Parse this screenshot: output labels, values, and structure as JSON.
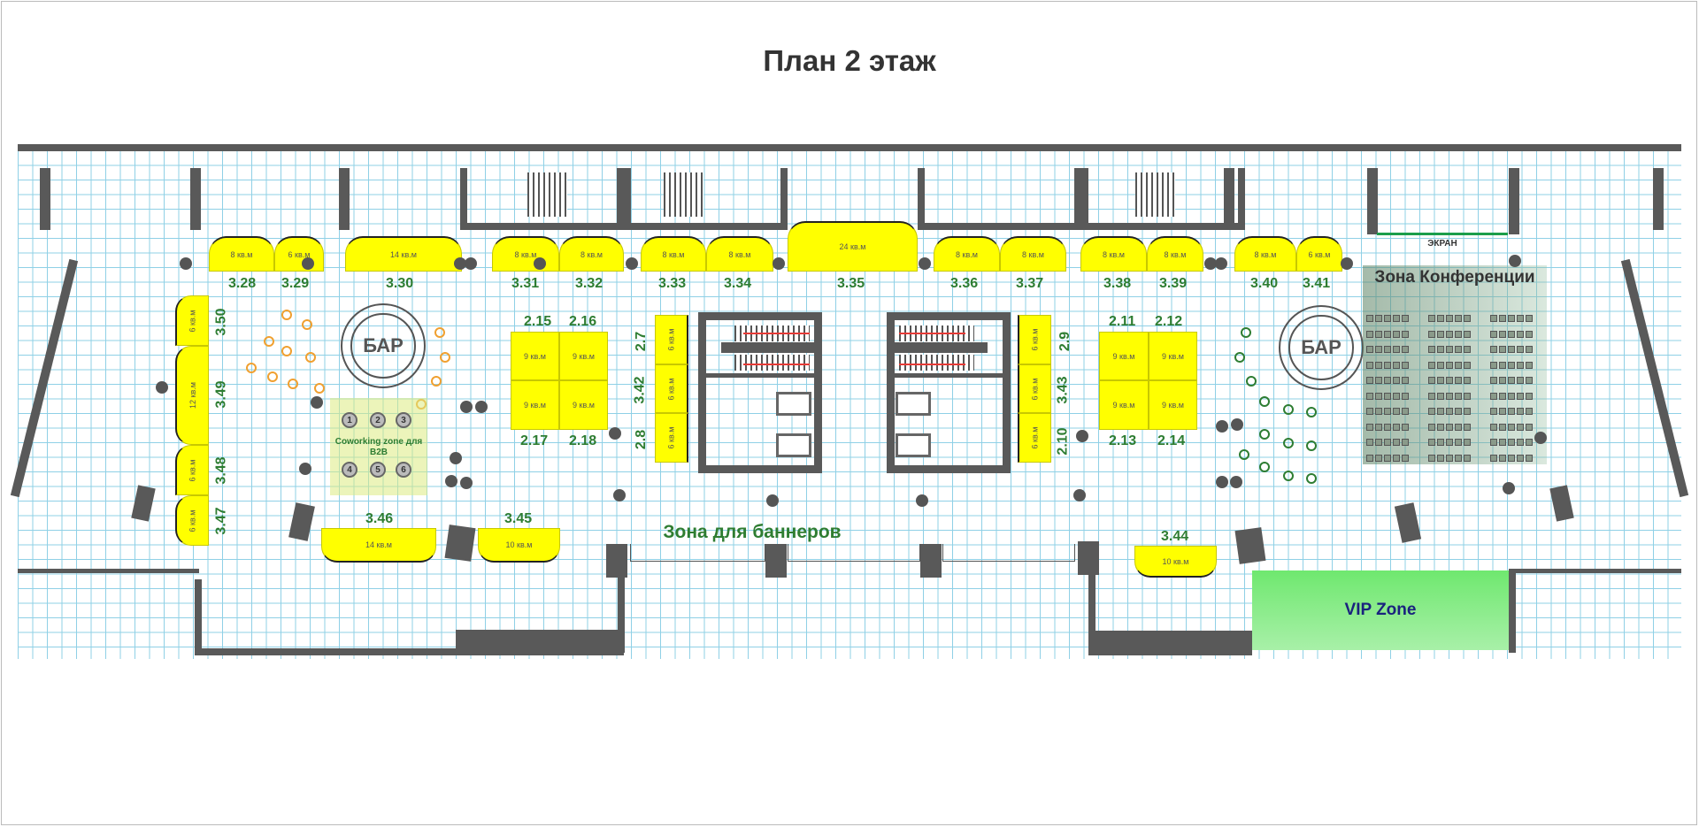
{
  "title": "План 2 этаж",
  "top_booths": [
    {
      "id": "3.28",
      "area": "8 кв.м"
    },
    {
      "id": "3.29",
      "area": "6 кв.м"
    },
    {
      "id": "3.30",
      "area": "14 кв.м"
    },
    {
      "id": "3.31",
      "area": "8 кв.м"
    },
    {
      "id": "3.32",
      "area": "8 кв.м"
    },
    {
      "id": "3.33",
      "area": "8 кв.м"
    },
    {
      "id": "3.34",
      "area": "8 кв.м"
    },
    {
      "id": "3.35",
      "area": "24 кв.м"
    },
    {
      "id": "3.36",
      "area": "8 кв.м"
    },
    {
      "id": "3.37",
      "area": "8 кв.м"
    },
    {
      "id": "3.38",
      "area": "8 кв.м"
    },
    {
      "id": "3.39",
      "area": "8 кв.м"
    },
    {
      "id": "3.40",
      "area": "8 кв.м"
    },
    {
      "id": "3.41",
      "area": "6 кв.м"
    }
  ],
  "left_booths": [
    {
      "id": "3.50",
      "area": "6 кв.м"
    },
    {
      "id": "3.49",
      "area": "12 кв.м"
    },
    {
      "id": "3.48",
      "area": "6 кв.м"
    },
    {
      "id": "3.47",
      "area": "6 кв.м"
    }
  ],
  "island_left": [
    {
      "id": "2.15",
      "area": "9 кв.м"
    },
    {
      "id": "2.16",
      "area": "9 кв.м"
    },
    {
      "id": "2.17",
      "area": "9 кв.м"
    },
    {
      "id": "2.18",
      "area": "9 кв.м"
    }
  ],
  "island_right": [
    {
      "id": "2.11",
      "area": "9 кв.м"
    },
    {
      "id": "2.12",
      "area": "9 кв.м"
    },
    {
      "id": "2.13",
      "area": "9 кв.м"
    },
    {
      "id": "2.14",
      "area": "9 кв.м"
    }
  ],
  "core_left": [
    {
      "id": "2.7",
      "area": "6 кв.м"
    },
    {
      "id": "3.42",
      "area": "6 кв.м"
    },
    {
      "id": "2.8",
      "area": "6 кв.м"
    }
  ],
  "core_right": [
    {
      "id": "2.9",
      "area": "6 кв.м"
    },
    {
      "id": "3.43",
      "area": "6 кв.м"
    },
    {
      "id": "2.10",
      "area": "6 кв.м"
    }
  ],
  "bottom_booths": [
    {
      "id": "3.46",
      "area": "14 кв.м"
    },
    {
      "id": "3.45",
      "area": "10 кв.м"
    },
    {
      "id": "3.44",
      "area": "10 кв.м"
    }
  ],
  "bar_label": "БАР",
  "coworking": {
    "title": "Coworking zone для B2B",
    "tables": [
      "1",
      "2",
      "3",
      "4",
      "5",
      "6"
    ]
  },
  "banner_zone": "Зона для баннеров",
  "conference": {
    "title": "Зона Конференции",
    "screen": "ЭКРАН"
  },
  "vip": "VIP Zone"
}
